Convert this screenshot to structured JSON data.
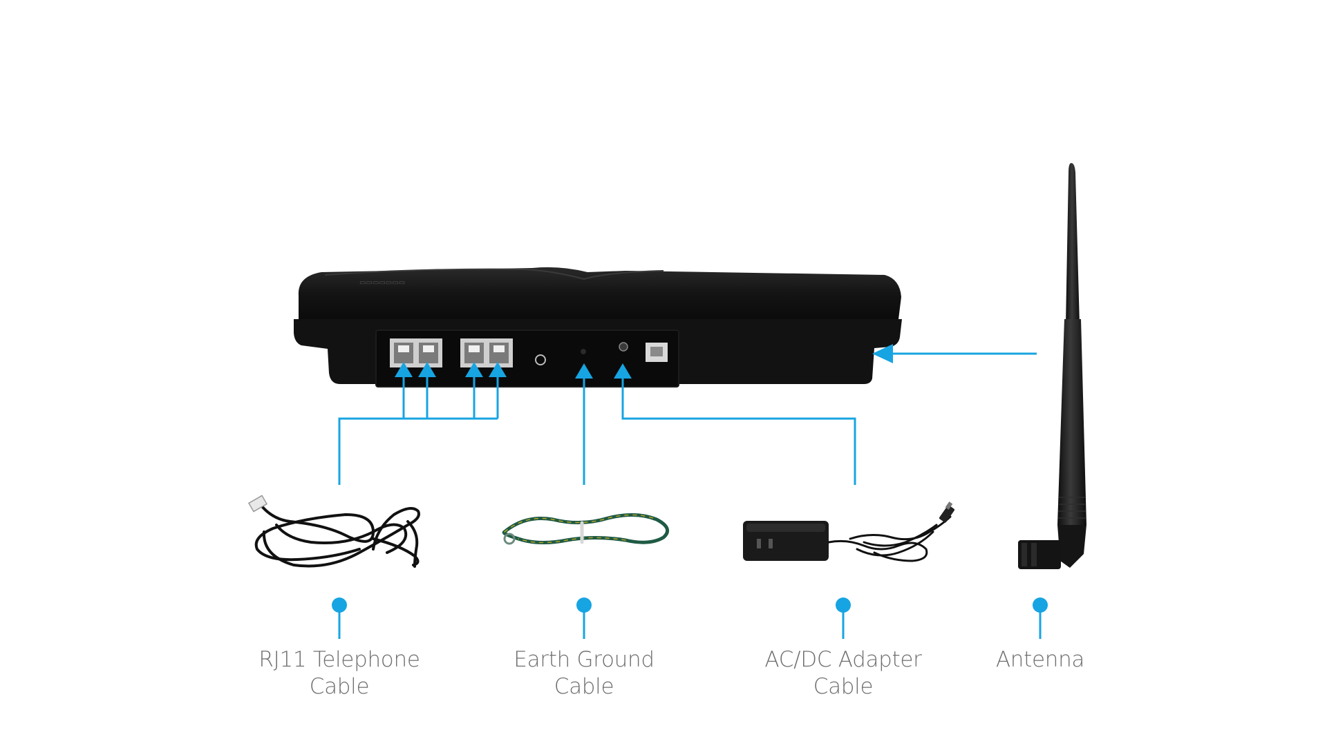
{
  "colors": {
    "accent": "#17a4e2",
    "device": "#141414",
    "label_text": "#6e6e6e",
    "green_cable": "#1f5a44",
    "yellow_stripe": "#b7a52c"
  },
  "labels": {
    "rj11": {
      "line1": "RJ11 Telephone",
      "line2": "Cable"
    },
    "earth": {
      "line1": "Earth Ground",
      "line2": "Cable"
    },
    "adapter": {
      "line1": "AC/DC Adapter",
      "line2": "Cable"
    },
    "antenna": {
      "line1": "Antenna"
    }
  },
  "icons": {
    "device": "gateway-device-rear-icon",
    "rj11": "rj11-cable-coil-icon",
    "earth": "earth-ground-cable-icon",
    "adapter": "power-adapter-icon",
    "antenna": "antenna-icon"
  }
}
